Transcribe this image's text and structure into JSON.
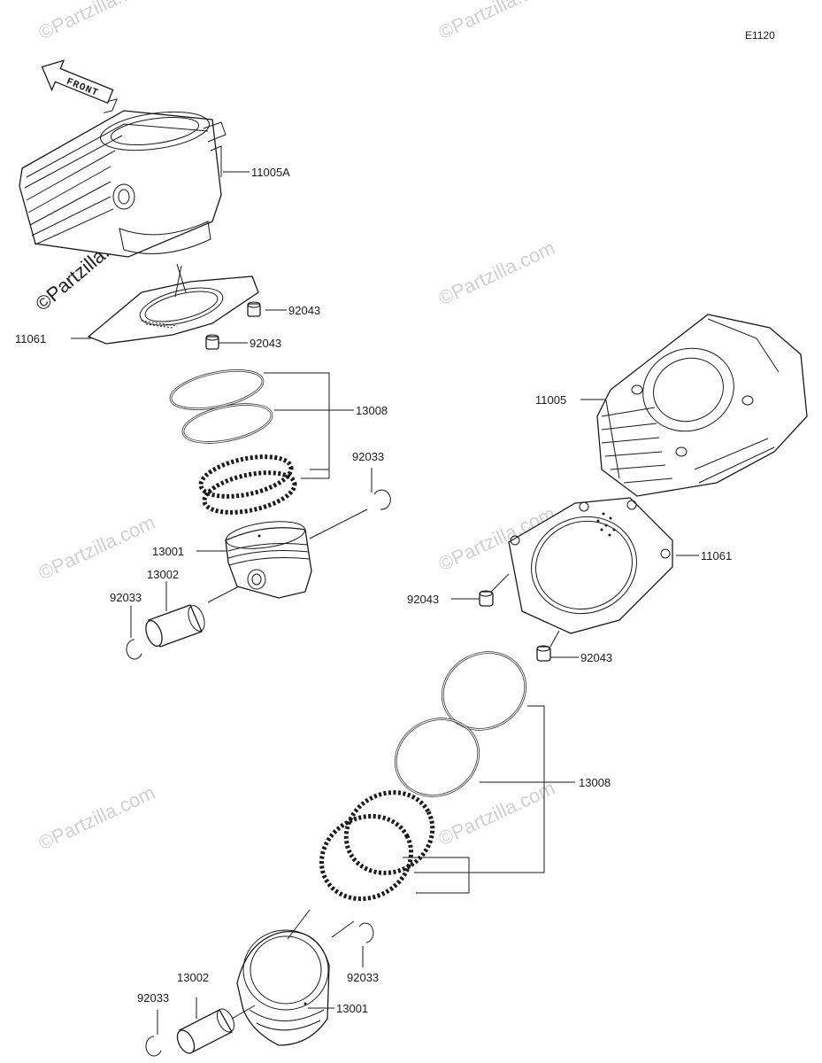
{
  "diagram_code": "E1120",
  "front_arrow_label": "FRONT",
  "watermark_text": "©Partzilla.com",
  "callouts": {
    "cyl_a": "11005A",
    "gasket_a": "11061",
    "dowel_a1": "92043",
    "dowel_a2": "92043",
    "rings_a": "13008",
    "clip_a1": "92033",
    "piston_a": "13001",
    "pin_a": "13002",
    "clip_a2": "92033",
    "cyl_b": "11005",
    "gasket_b": "11061",
    "dowel_b1": "92043",
    "dowel_b2": "92043",
    "rings_b": "13008",
    "clip_b1": "92033",
    "pin_b": "13002",
    "clip_b2": "92033",
    "piston_b": "13001"
  },
  "colors": {
    "line": "#1a1a1a",
    "watermark": "#d0d0d0",
    "background": "#ffffff"
  }
}
